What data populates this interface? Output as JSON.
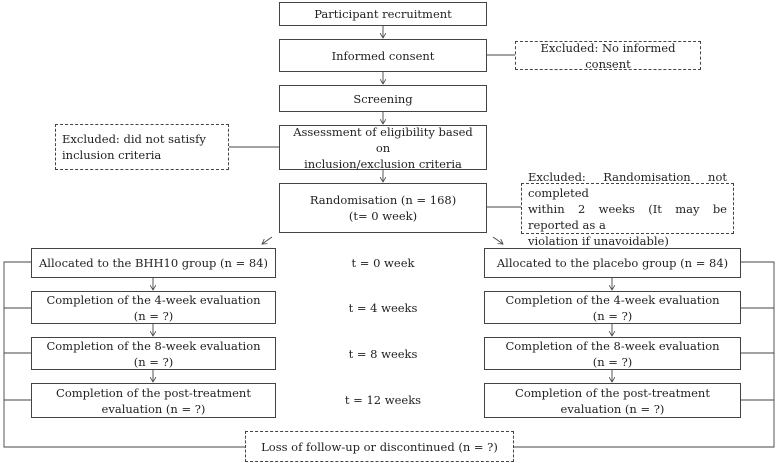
{
  "center": {
    "recruitment": "Participant recruitment",
    "consent": "Informed consent",
    "screening": "Screening",
    "eligibility_1": "Assessment of eligibility based on",
    "eligibility_2": "inclusion/exclusion criteria",
    "randomisation_1": "Randomisation (n = 168)",
    "randomisation_2": "(t= 0 week)"
  },
  "excluded": {
    "consent": "Excluded: No informed consent",
    "inclusion_1": "Excluded:  did  not  satisfy",
    "inclusion_2": "inclusion criteria",
    "randomisation_1": "Excluded:  Randomisation  not  completed",
    "randomisation_2": "within 2 weeks (It may be reported as a",
    "randomisation_3": "violation if unavoidable)"
  },
  "left_arm": {
    "allocated": "Allocated to the BHH10 group (n = 84)",
    "w4_1": "Completion of the 4-week evaluation",
    "w4_2": "(n = ?)",
    "w8_1": "Completion of the 8-week evaluation",
    "w8_2": "(n = ?)",
    "post_1": "Completion of the post-treatment",
    "post_2": "evaluation (n = ?)"
  },
  "right_arm": {
    "allocated": "Allocated to the placebo group (n = 84)",
    "w4_1": "Completion of the 4-week evaluation",
    "w4_2": "(n = ?)",
    "w8_1": "Completion of the 8-week evaluation",
    "w8_2": "(n = ?)",
    "post_1": "Completion of the post-treatment",
    "post_2": "evaluation (n = ?)"
  },
  "timepoints": {
    "t0": "t = 0 week",
    "t4": "t = 4 weeks",
    "t8": "t = 8 weeks",
    "t12": "t = 12 weeks"
  },
  "loss": "Loss of follow-up or discontinued (n = ?)"
}
